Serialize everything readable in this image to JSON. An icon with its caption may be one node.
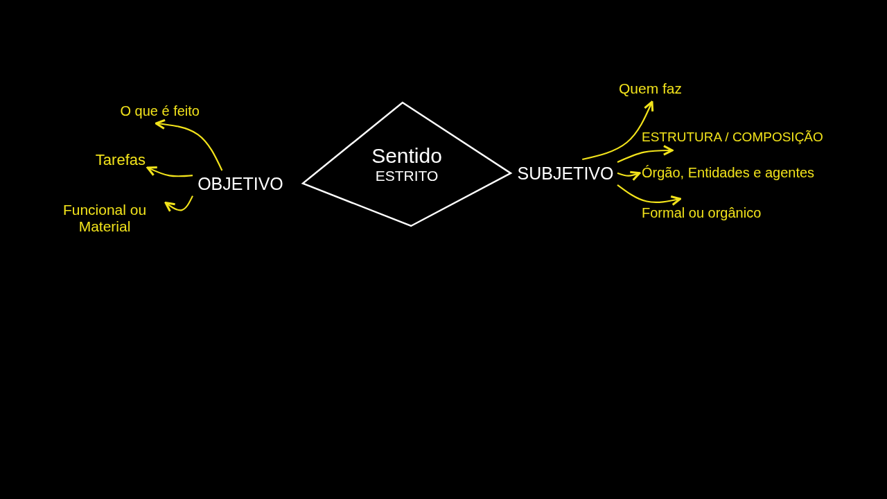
{
  "diagram": {
    "nodes": [
      {
        "text": [
          "Sentido",
          "ESTRITO"
        ]
      },
      {
        "text": [
          "OBJETIVO"
        ]
      },
      {
        "text": [
          "O que é feito"
        ]
      },
      {
        "text": [
          "Tarefas"
        ]
      },
      {
        "text": [
          "Funcional ou Material"
        ]
      },
      {
        "text": [
          "SUBJETIVO"
        ]
      },
      {
        "text": [
          "Quem faz"
        ]
      },
      {
        "text": [
          "ESTRUTURA / COMPOSIÇÃO"
        ]
      },
      {
        "text": [
          "Órgão, Entidades e agentes"
        ]
      },
      {
        "text": [
          "Formal ou orgânico"
        ]
      }
    ],
    "edges": [
      {
        "from": 1,
        "to": 2,
        "arrow": "to"
      },
      {
        "from": 1,
        "to": 3,
        "arrow": "to"
      },
      {
        "from": 1,
        "to": 4,
        "arrow": "to"
      },
      {
        "from": 5,
        "to": 6,
        "arrow": "to"
      },
      {
        "from": 5,
        "to": 7,
        "arrow": "to"
      },
      {
        "from": 5,
        "to": 8,
        "arrow": "to"
      },
      {
        "from": 5,
        "to": 9,
        "arrow": "to"
      }
    ]
  }
}
